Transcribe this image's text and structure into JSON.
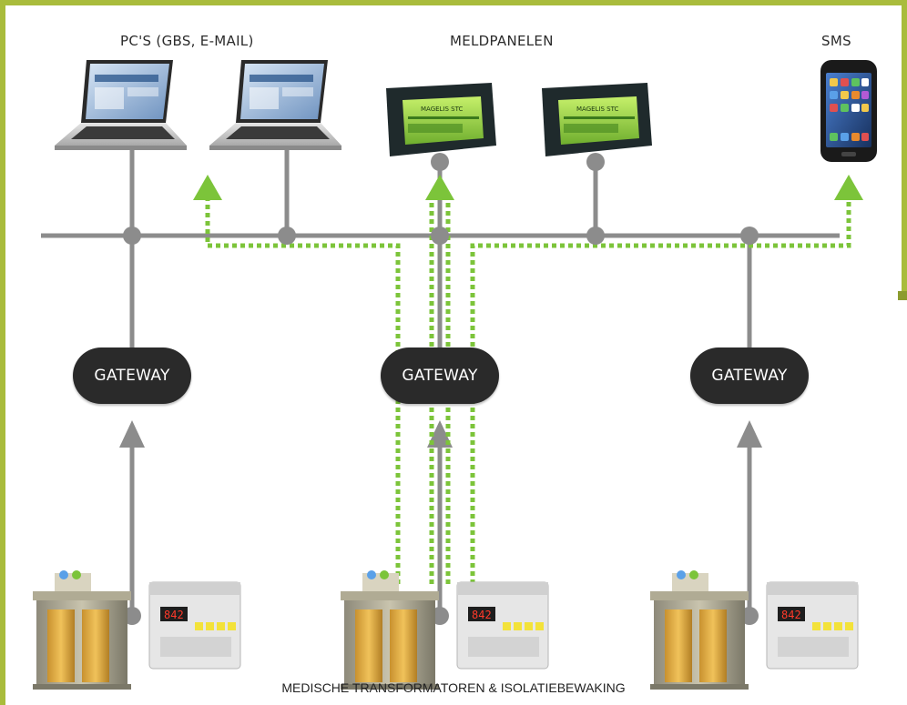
{
  "labels": {
    "pcs": "PC'S (GBS, E-MAIL)",
    "panels": "MELDPANELEN",
    "sms": "SMS",
    "footer": "MEDISCHE TRANSFORMATOREN & ISOLATIEBEWAKING"
  },
  "gateways": [
    "GATEWAY",
    "GATEWAY",
    "GATEWAY"
  ],
  "panel_screens": [
    "MAGELIS STC",
    "MAGELIS STC"
  ],
  "relay_displays": [
    "842",
    "842",
    "842"
  ],
  "colors": {
    "frame": "#a9bc3c",
    "bus": "#8c8c8c",
    "signal": "#7cc43a",
    "gateway": "#2a2a2a"
  }
}
